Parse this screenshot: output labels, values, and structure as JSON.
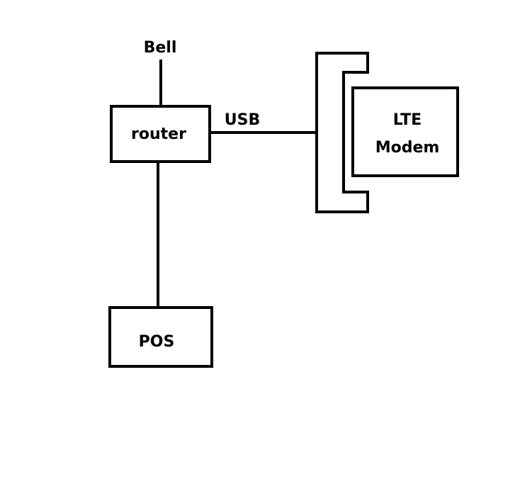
{
  "diagram": {
    "labels": {
      "bell": "Bell",
      "router": "router",
      "usb": "USB",
      "lte_line1": "LTE",
      "lte_line2": "Modem",
      "pos": "POS"
    },
    "colors": {
      "stroke": "#000000",
      "background": "#ffffff"
    }
  }
}
